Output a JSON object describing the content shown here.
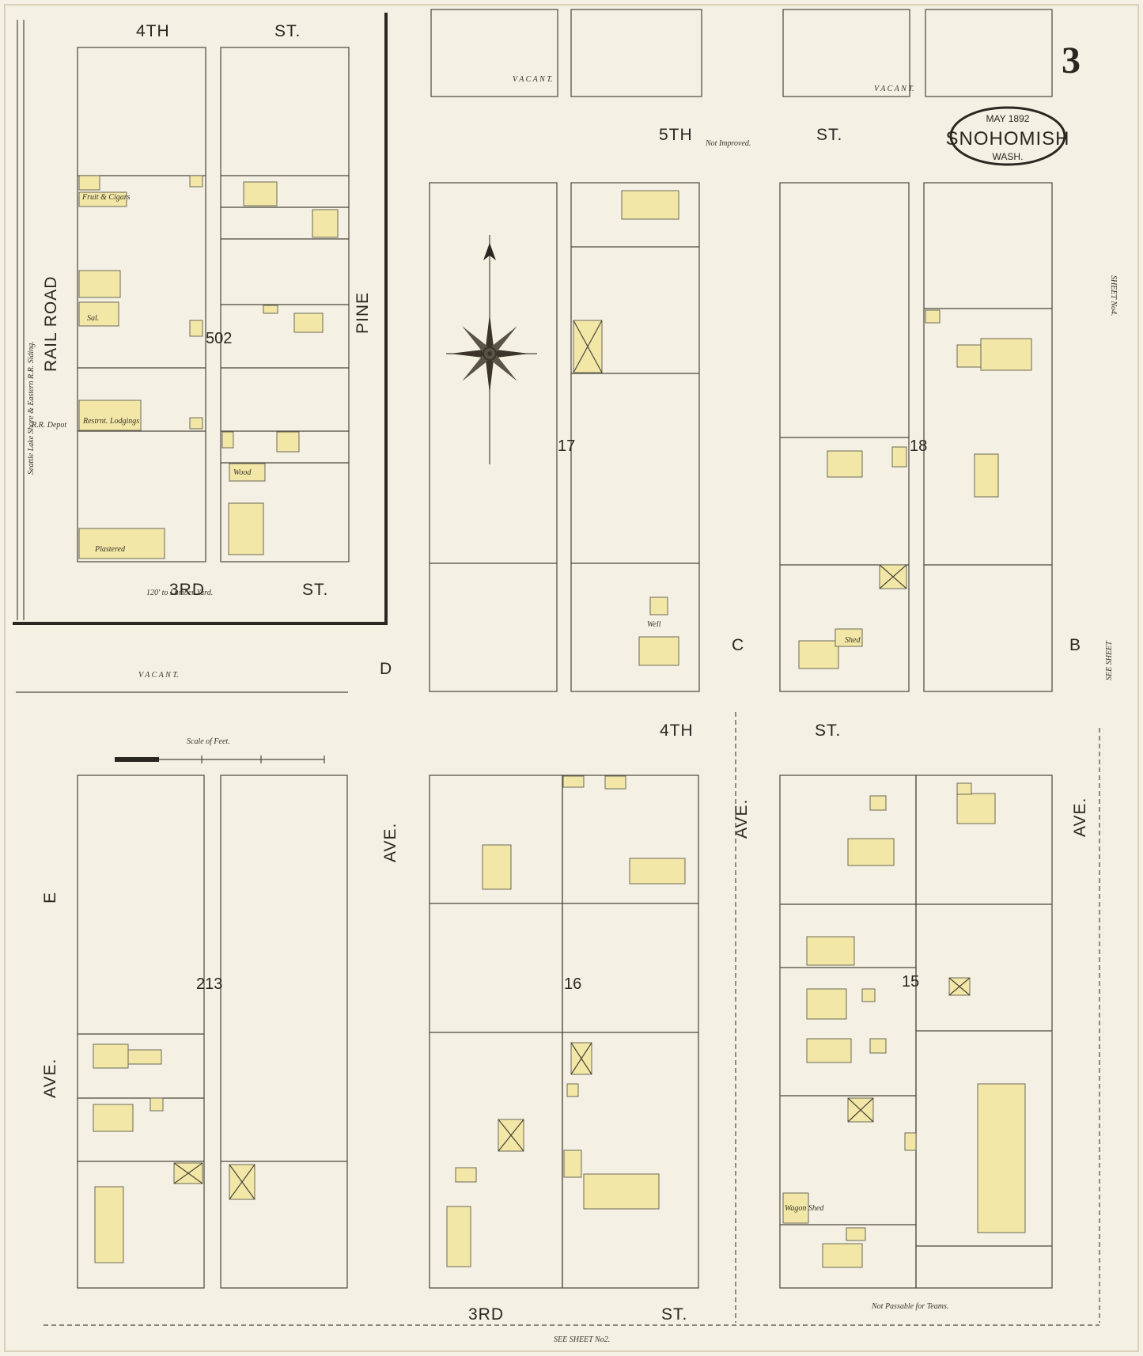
{
  "title": {
    "month_year": "MAY 1892",
    "city": "SNOHOMISH",
    "state": "WASH."
  },
  "sheet_number": "3",
  "streets": {
    "fourth_top": "4TH",
    "st": "ST.",
    "fifth": "5TH",
    "third": "3RD",
    "fourth": "4TH",
    "pine": "PINE",
    "rail_road": "RAIL ROAD",
    "ave": "AVE.",
    "d": "D",
    "c": "C",
    "b": "B",
    "e": "E"
  },
  "annotations": {
    "vacant": "V A C A N T.",
    "not_improved": "Not Improved.",
    "seattle_rr": "Seattle Lake Shore & Eastern R.R. Siding.",
    "rr_depot": "R.R. Depot",
    "fruit_cigars": "Fruit & Cigars",
    "sal": "Sal.",
    "restaurant_lodgings": "Restrnt. Lodgings",
    "plastered": "Plastered",
    "wood": "Wood",
    "lumber_yard": "120' to Lumber Yard.",
    "scale_label": "Scale of Feet.",
    "not_passable": "Not Passable for Teams.",
    "see_sheet_no4": "SHEET No4.",
    "see_sheet_no2": "SEE SHEET No2.",
    "see_sheet_right": "SEE SHEET",
    "well": "Well",
    "shed": "Shed",
    "wagon_shed": "Wagon Shed"
  },
  "blocks": [
    "502",
    "17",
    "18",
    "213",
    "16",
    "15"
  ],
  "colors": {
    "paper": "#f4f0e3",
    "building": "#f2e7a6",
    "ink": "#2a2620"
  }
}
